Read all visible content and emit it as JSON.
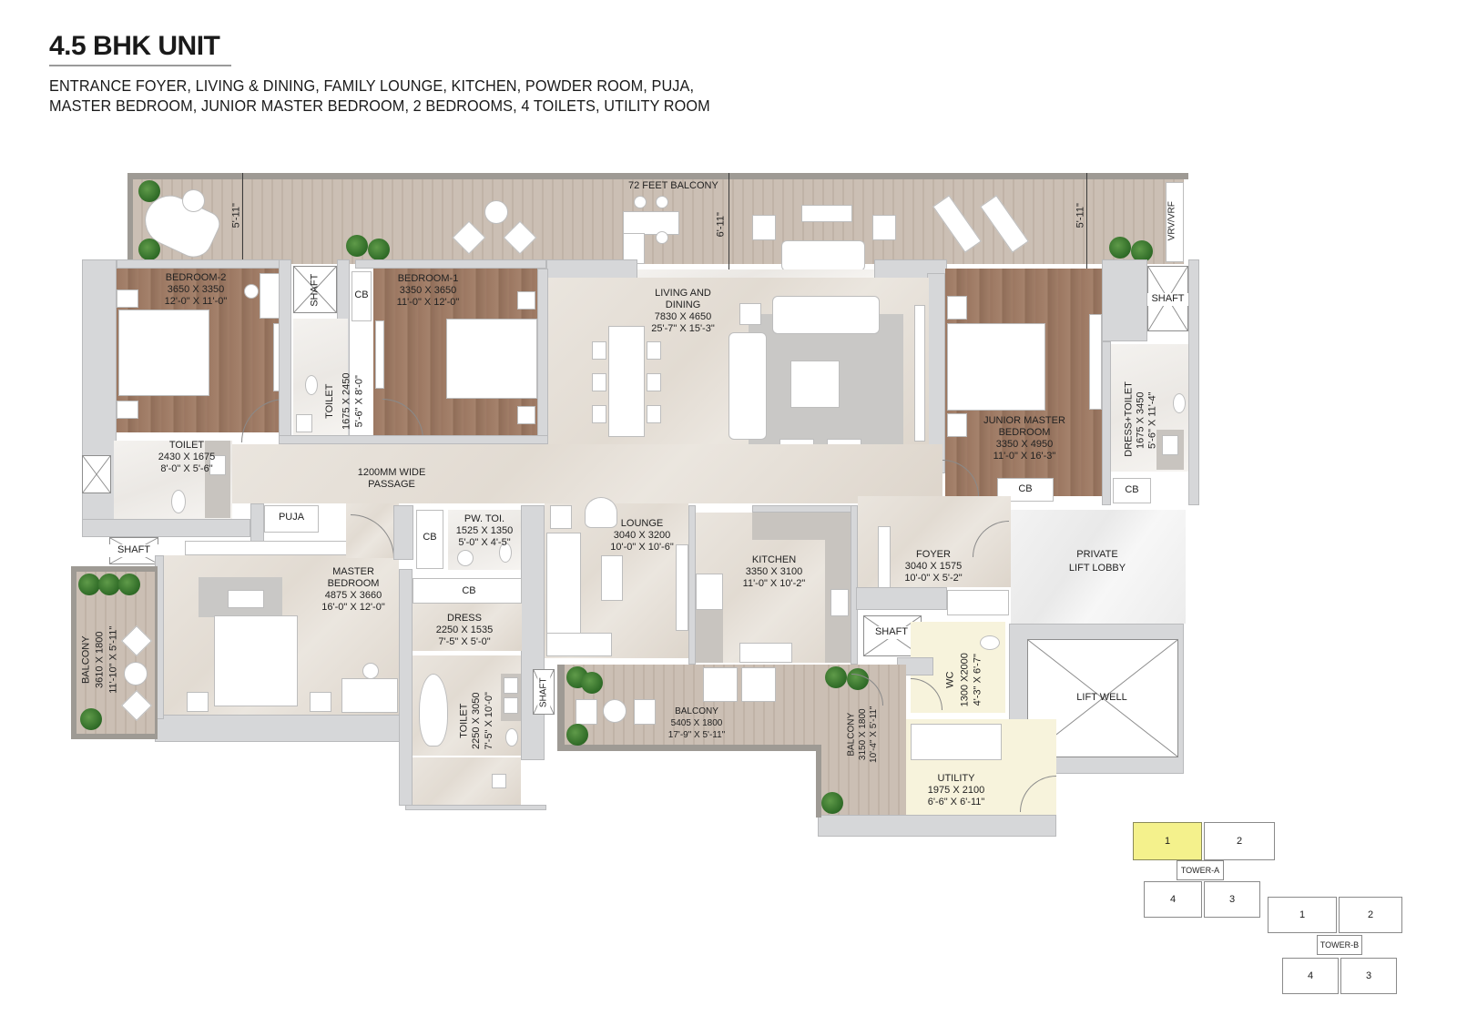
{
  "header": {
    "title": "4.5 BHK UNIT",
    "subtitle_line1": "ENTRANCE FOYER, LIVING & DINING, FAMILY LOUNGE, KITCHEN, POWDER ROOM, PUJA,",
    "subtitle_line2": "MASTER BEDROOM, JUNIOR MASTER BEDROOM, 2 BEDROOMS, 4 TOILETS, UTILITY ROOM"
  },
  "colors": {
    "deck": "#c7baaf",
    "wood_floor": "#9c7862",
    "marble_floor": "#e6e0d8",
    "wall": "#d6d7d9",
    "utility_floor": "#f7f3dc",
    "keyplan_highlight": "#f4f18c",
    "plant": "#3f7a33"
  },
  "balcony_top": {
    "label": "72 FEET BALCONY",
    "dims": [
      "5'-11\"",
      "6'-11\"",
      "5'-11\""
    ],
    "vrv_label": "VRV/VRF"
  },
  "rooms": {
    "bedroom2": {
      "name": "BEDROOM-2",
      "mm": "3650 X 3350",
      "ft": "12'-0\" X 11'-0\""
    },
    "bedroom1": {
      "name": "BEDROOM-1",
      "mm": "3350 X 3650",
      "ft": "11'-0\" X 12'-0\""
    },
    "toilet_b1": {
      "name": "TOILET",
      "mm": "1675 X 2450",
      "ft": "5'-6\" X 8'-0\""
    },
    "living": {
      "name1": "LIVING AND",
      "name2": "DINING",
      "mm": "7830 X 4650",
      "ft": "25'-7\" X 15'-3\""
    },
    "junior_master": {
      "name1": "JUNIOR MASTER",
      "name2": "BEDROOM",
      "mm": "3350 X 4950",
      "ft": "11'-0\" X 16'-3\""
    },
    "dress_toilet": {
      "name": "DRESS+TOILET",
      "mm": "1675 X 3450",
      "ft": "5'-6\" X 11'-4\""
    },
    "toilet_b2": {
      "name": "TOILET",
      "mm": "2430 X 1675",
      "ft": "8'-0\" X 5'-6\""
    },
    "passage": {
      "line1": "1200MM WIDE",
      "line2": "PASSAGE"
    },
    "puja": {
      "name": "PUJA"
    },
    "powder": {
      "name": "PW. TOI.",
      "mm": "1525 X 1350",
      "ft": "5'-0\" X 4'-5\""
    },
    "lounge": {
      "name": "LOUNGE",
      "mm": "3040 X 3200",
      "ft": "10'-0\" X 10'-6\""
    },
    "kitchen": {
      "name": "KITCHEN",
      "mm": "3350 X 3100",
      "ft": "11'-0\" X 10'-2\""
    },
    "foyer": {
      "name": "FOYER",
      "mm": "3040 X 1575",
      "ft": "10'-0\" X 5'-2\""
    },
    "lift_lobby": {
      "name1": "PRIVATE",
      "name2": "LIFT LOBBY"
    },
    "lift_well": {
      "name": "LIFT WELL"
    },
    "master": {
      "name1": "MASTER",
      "name2": "BEDROOM",
      "mm": "4875 X 3660",
      "ft": "16'-0\" X 12'-0\""
    },
    "dress": {
      "name": "DRESS",
      "mm": "2250 X 1535",
      "ft": "7'-5\" X 5'-0\""
    },
    "toilet_master": {
      "name": "TOILET",
      "mm": "2250 X 3050",
      "ft": "7'-5\" X 10'-0\""
    },
    "balcony_master": {
      "name": "BALCONY",
      "mm": "3610 X 1800",
      "ft": "11'-10\" X 5'-11\""
    },
    "balcony_kitchen": {
      "name": "BALCONY",
      "mm": "5405 X 1800",
      "ft": "17'-9\" X 5'-11\""
    },
    "balcony_utility": {
      "name": "BALCONY",
      "mm": "3150 X 1800",
      "ft": "10'-4\" X 5'-11\""
    },
    "wc": {
      "name": "WC",
      "mm": "1300 X2000",
      "ft": "4'-3\" X 6'-7\""
    },
    "utility": {
      "name": "UTILITY",
      "mm": "1975 X 2100",
      "ft": "6'-6\" X 6'-11\""
    }
  },
  "fixtures": {
    "shaft": "SHAFT",
    "cb": "CB"
  },
  "keyplan": {
    "tower_a": {
      "label": "TOWER-A",
      "units": [
        "1",
        "2",
        "4",
        "3"
      ],
      "highlighted": "1"
    },
    "tower_b": {
      "label": "TOWER-B",
      "units": [
        "1",
        "2",
        "4",
        "3"
      ]
    }
  }
}
